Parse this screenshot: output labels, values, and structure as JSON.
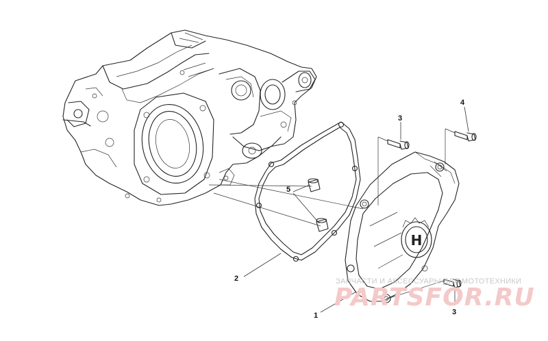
{
  "callouts": {
    "c1": "1",
    "c2": "2",
    "c3a": "3",
    "c3b": "3",
    "c4": "4",
    "c5": "5"
  },
  "watermark": {
    "subtitle": "ЗАПЧАСТИ И АКСЕССУАРЫ ДЛЯ МОТОТЕХНИКИ",
    "brand": "PARTSFOR.RU"
  },
  "colors": {
    "line": "#222222",
    "watermark_text": "#c9c9c9",
    "watermark_brand": "#f4c9c9"
  }
}
